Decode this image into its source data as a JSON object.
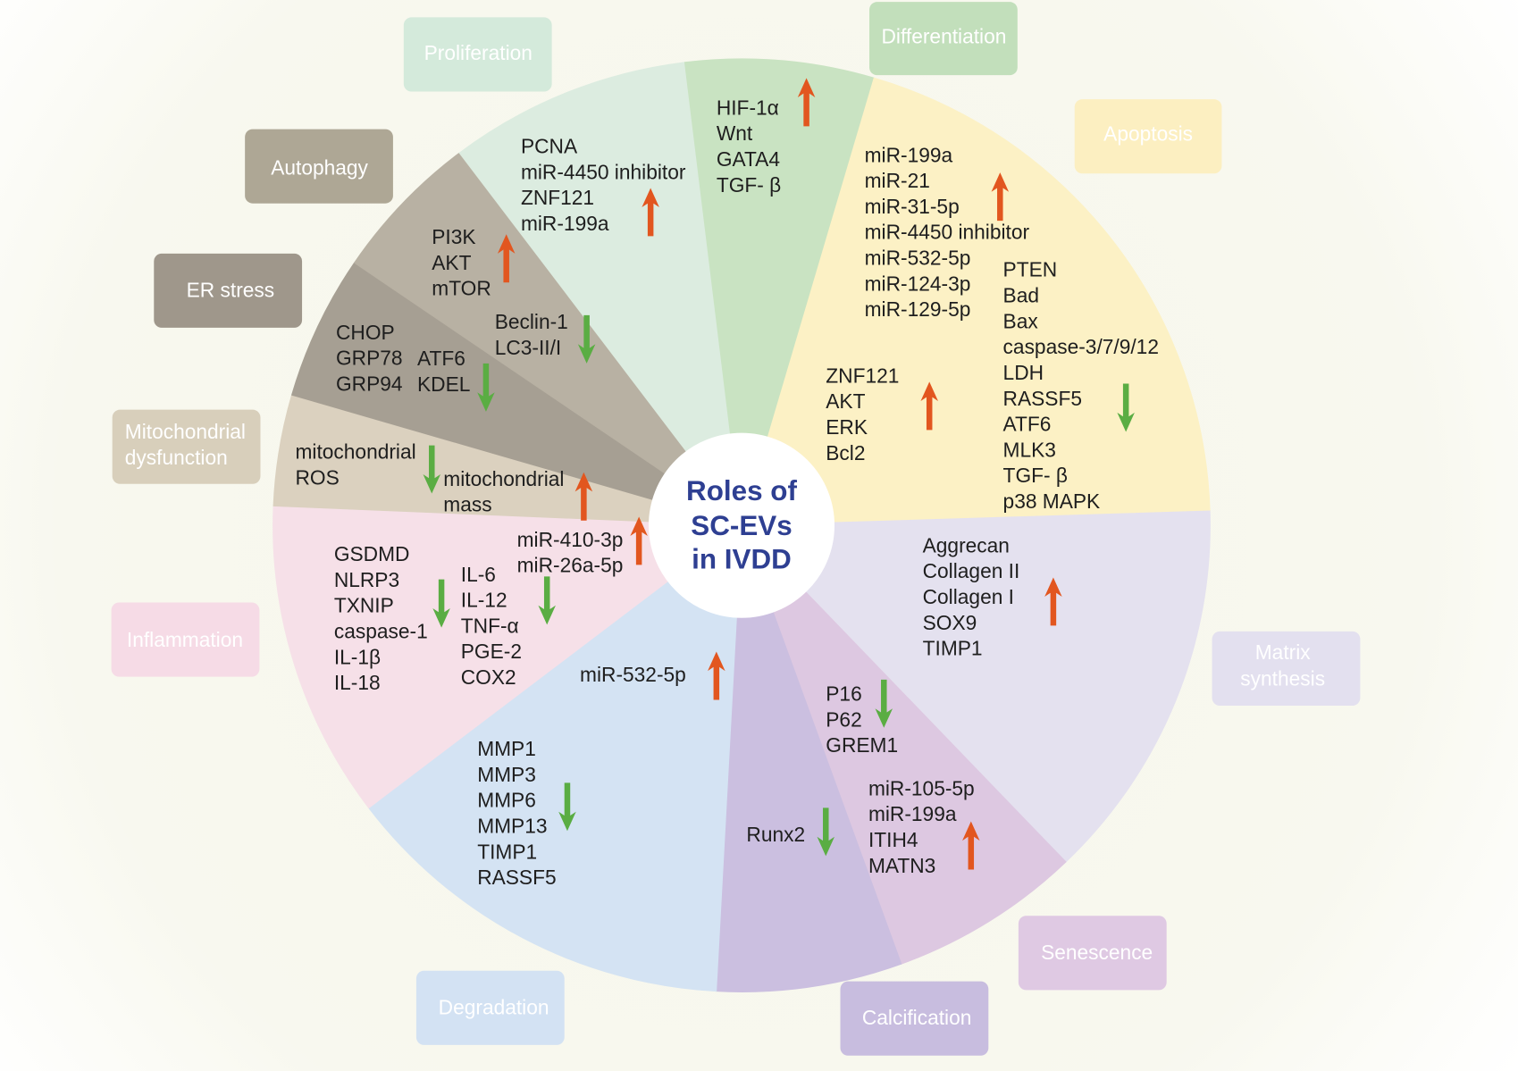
{
  "center": {
    "lines": [
      "Roles of",
      "SC-EVs",
      "in IVDD"
    ]
  },
  "colors": {
    "center_text": "#2e3f92",
    "up_arrow": "#e2561f",
    "down_arrow": "#5aad43"
  },
  "sectors": {
    "proliferation": {
      "label_lines": [
        "Proliferation"
      ],
      "color": "#dcece0",
      "label_color": "#d4eadb",
      "groups": [
        {
          "arrow": "up-arrow-icon",
          "items": [
            "PCNA",
            "miR-4450 inhibitor",
            "ZNF121",
            "miR-199a"
          ]
        }
      ]
    },
    "differentiation": {
      "label_lines": [
        "Differentiation"
      ],
      "color": "#c9e3c2",
      "label_color": "#c2dfbb",
      "groups": [
        {
          "arrow": "up-arrow-icon",
          "items": [
            "HIF-1α",
            "Wnt",
            "GATA4",
            "TGF- β"
          ]
        }
      ]
    },
    "apoptosis": {
      "label_lines": [
        "Apoptosis"
      ],
      "color": "#fcf1c5",
      "label_color": "#fcefc1",
      "groups": [
        {
          "arrow": "up-arrow-icon",
          "items": [
            "miR-199a",
            "miR-21",
            "miR-31-5p",
            "miR-4450 inhibitor",
            "miR-532-5p",
            "miR-124-3p",
            "miR-129-5p"
          ]
        },
        {
          "arrow": "down-arrow-icon",
          "items": [
            "PTEN",
            "Bad",
            "Bax",
            "caspase-3/7/9/12",
            "LDH",
            "RASSF5",
            "ATF6",
            "MLK3",
            "TGF- β",
            "p38 MAPK"
          ]
        },
        {
          "arrow": "up-arrow-icon",
          "items": [
            "ZNF121",
            "AKT",
            "ERK",
            "Bcl2"
          ]
        }
      ]
    },
    "matrix_synthesis": {
      "label_lines": [
        "Matrix",
        "synthesis"
      ],
      "color": "#e4e1ef",
      "label_color": "#e3e0ef",
      "groups": [
        {
          "arrow": "up-arrow-icon",
          "items": [
            "Aggrecan",
            "Collagen II",
            "Collagen I",
            "SOX9",
            "TIMP1"
          ]
        }
      ]
    },
    "senescence": {
      "label_lines": [
        "Senescence"
      ],
      "color": "#ddc8e1",
      "label_color": "#dfc9e3",
      "groups": [
        {
          "arrow": "down-arrow-icon",
          "items": [
            "P16",
            "P62",
            "GREM1"
          ]
        },
        {
          "arrow": "up-arrow-icon",
          "items": [
            "miR-105-5p",
            "miR-199a",
            "ITIH4",
            "MATN3"
          ]
        }
      ]
    },
    "calcification": {
      "label_lines": [
        "Calcification"
      ],
      "color": "#cbbfe0",
      "label_color": "#c8bddf",
      "groups": [
        {
          "arrow": "down-arrow-icon",
          "items": [
            "Runx2"
          ]
        }
      ]
    },
    "degradation": {
      "label_lines": [
        "Degradation"
      ],
      "color": "#d4e3f3",
      "label_color": "#d3e2f3",
      "groups": [
        {
          "arrow": "up-arrow-icon",
          "items": [
            "miR-532-5p"
          ]
        },
        {
          "arrow": "down-arrow-icon",
          "items": [
            "MMP1",
            "MMP3",
            "MMP6",
            "MMP13",
            "TIMP1",
            "RASSF5"
          ]
        }
      ]
    },
    "inflammation": {
      "label_lines": [
        "Inflammation"
      ],
      "color": "#f6e0e8",
      "label_color": "#f6dbe6",
      "groups": [
        {
          "arrow": "up-arrow-icon",
          "items": [
            "miR-410-3p",
            "miR-26a-5p"
          ]
        },
        {
          "arrow": "down-arrow-icon",
          "items": [
            "GSDMD",
            "NLRP3",
            "TXNIP",
            "caspase-1",
            "IL-1β",
            "IL-18"
          ]
        },
        {
          "arrow": "down-arrow-icon",
          "items": [
            "IL-6",
            "IL-12",
            "TNF-α",
            "PGE-2",
            "COX2"
          ]
        }
      ]
    },
    "mitochondrial_dysfunction": {
      "label_lines": [
        "Mitochondrial",
        "dysfunction"
      ],
      "color": "#dbd1bf",
      "label_color": "#d8cfbb",
      "groups": [
        {
          "arrow": "down-arrow-icon",
          "items": [
            "mitochondrial",
            "ROS"
          ]
        },
        {
          "arrow": "up-arrow-icon",
          "items": [
            "mitochondrial",
            "mass"
          ]
        }
      ]
    },
    "er_stress": {
      "label_lines": [
        "ER stress"
      ],
      "color": "#a69f93",
      "label_color": "#9f978b",
      "groups": [
        {
          "arrow": "down-arrow-icon",
          "items": [
            "CHOP",
            "GRP78",
            "GRP94",
            "ATF6",
            "KDEL"
          ]
        }
      ]
    },
    "autophagy": {
      "label_lines": [
        "Autophagy"
      ],
      "color": "#b8b1a3",
      "label_color": "#aea795",
      "groups": [
        {
          "arrow": "up-arrow-icon",
          "items": [
            "PI3K",
            "AKT",
            "mTOR"
          ]
        },
        {
          "arrow": "down-arrow-icon",
          "items": [
            "Beclin-1",
            "LC3-II/I"
          ]
        }
      ]
    }
  }
}
